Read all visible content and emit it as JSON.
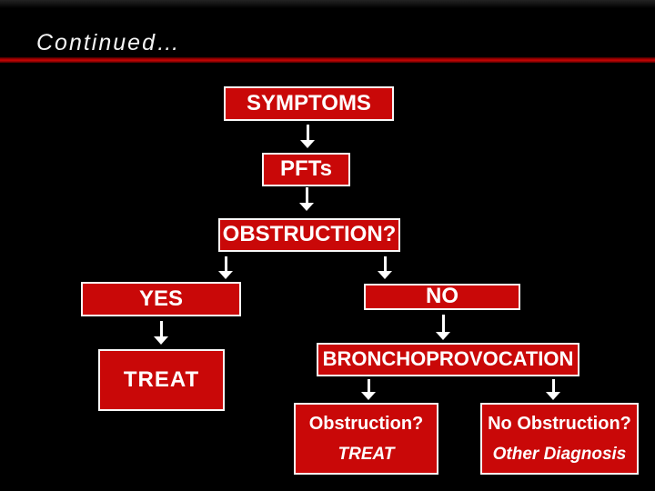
{
  "slide": {
    "title": "Continued…",
    "background_color": "#000000",
    "box_fill_color": "#c90808",
    "box_border_color": "#f8f8f8",
    "divider_color": "#a80000",
    "text_color": "#ffffff"
  },
  "flowchart": {
    "nodes": [
      {
        "id": "symptoms",
        "label": "SYMPTOMS"
      },
      {
        "id": "pfts",
        "label": "PFTs"
      },
      {
        "id": "obstruction",
        "label": "OBSTRUCTION?"
      },
      {
        "id": "yes",
        "label": "YES"
      },
      {
        "id": "no",
        "label": "NO"
      },
      {
        "id": "treat",
        "label": "TREAT"
      },
      {
        "id": "bronchoprovocation",
        "label": "BRONCHOPROVOCATION"
      },
      {
        "id": "obstruction-result",
        "label": "Obstruction?",
        "sublabel": "TREAT"
      },
      {
        "id": "no-obstruction-result",
        "label": "No Obstruction?",
        "sublabel": "Other Diagnosis"
      }
    ],
    "edges": [
      {
        "from": "symptoms",
        "to": "pfts"
      },
      {
        "from": "pfts",
        "to": "obstruction"
      },
      {
        "from": "obstruction",
        "to": "yes"
      },
      {
        "from": "obstruction",
        "to": "no"
      },
      {
        "from": "yes",
        "to": "treat"
      },
      {
        "from": "no",
        "to": "bronchoprovocation"
      },
      {
        "from": "bronchoprovocation",
        "to": "obstruction-result"
      },
      {
        "from": "bronchoprovocation",
        "to": "no-obstruction-result"
      }
    ]
  }
}
